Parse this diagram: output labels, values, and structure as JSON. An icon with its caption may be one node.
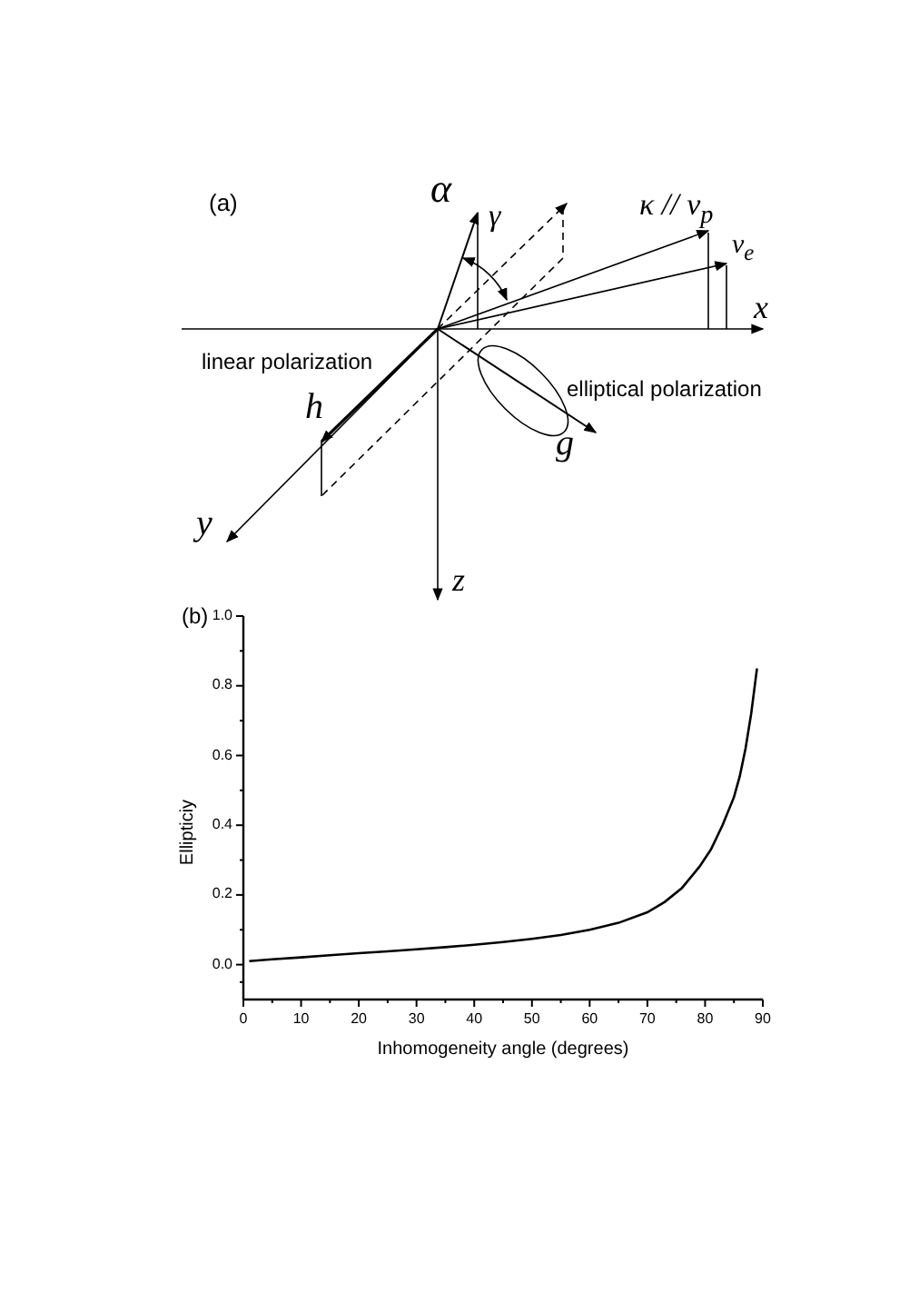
{
  "diagram": {
    "labels": [
      "(a)",
      "α",
      "γ",
      "κ // v$_{p}$",
      "v$_{e}$",
      "x",
      "linear polarization",
      "h",
      "elliptical polarization",
      "g",
      "y",
      "z"
    ],
    "chart_data": {
      "type": "line",
      "title": "(b)",
      "xlabel": "Inhomogeneity angle (degrees)",
      "ylabel": "Ellipticiy",
      "x": [
        1,
        5,
        10,
        15,
        20,
        25,
        30,
        35,
        40,
        45,
        50,
        55,
        60,
        65,
        70,
        73,
        76,
        79,
        81,
        83,
        85,
        86,
        87,
        88,
        89
      ],
      "series": [
        {
          "color": "#000000",
          "values": [
            0.01,
            0.015,
            0.021,
            0.027,
            0.033,
            0.038,
            0.044,
            0.05,
            0.057,
            0.065,
            0.074,
            0.085,
            0.1,
            0.12,
            0.15,
            0.18,
            0.22,
            0.28,
            0.33,
            0.4,
            0.48,
            0.54,
            0.62,
            0.72,
            0.85
          ]
        }
      ],
      "xlim": [
        0,
        90
      ],
      "ylim": [
        -0.1,
        1.0
      ],
      "xticks": [
        0,
        10,
        20,
        30,
        40,
        50,
        60,
        70,
        80,
        90
      ],
      "yticks": [
        {
          "value": 0,
          "label": "0.0"
        },
        {
          "value": 0.2,
          "label": "0.2"
        },
        {
          "value": 0.4,
          "label": "0.4"
        },
        {
          "value": 0.6,
          "label": "0.6"
        },
        {
          "value": 0.8,
          "label": "0.8"
        },
        {
          "value": 1,
          "label": "1.0"
        }
      ]
    }
  }
}
